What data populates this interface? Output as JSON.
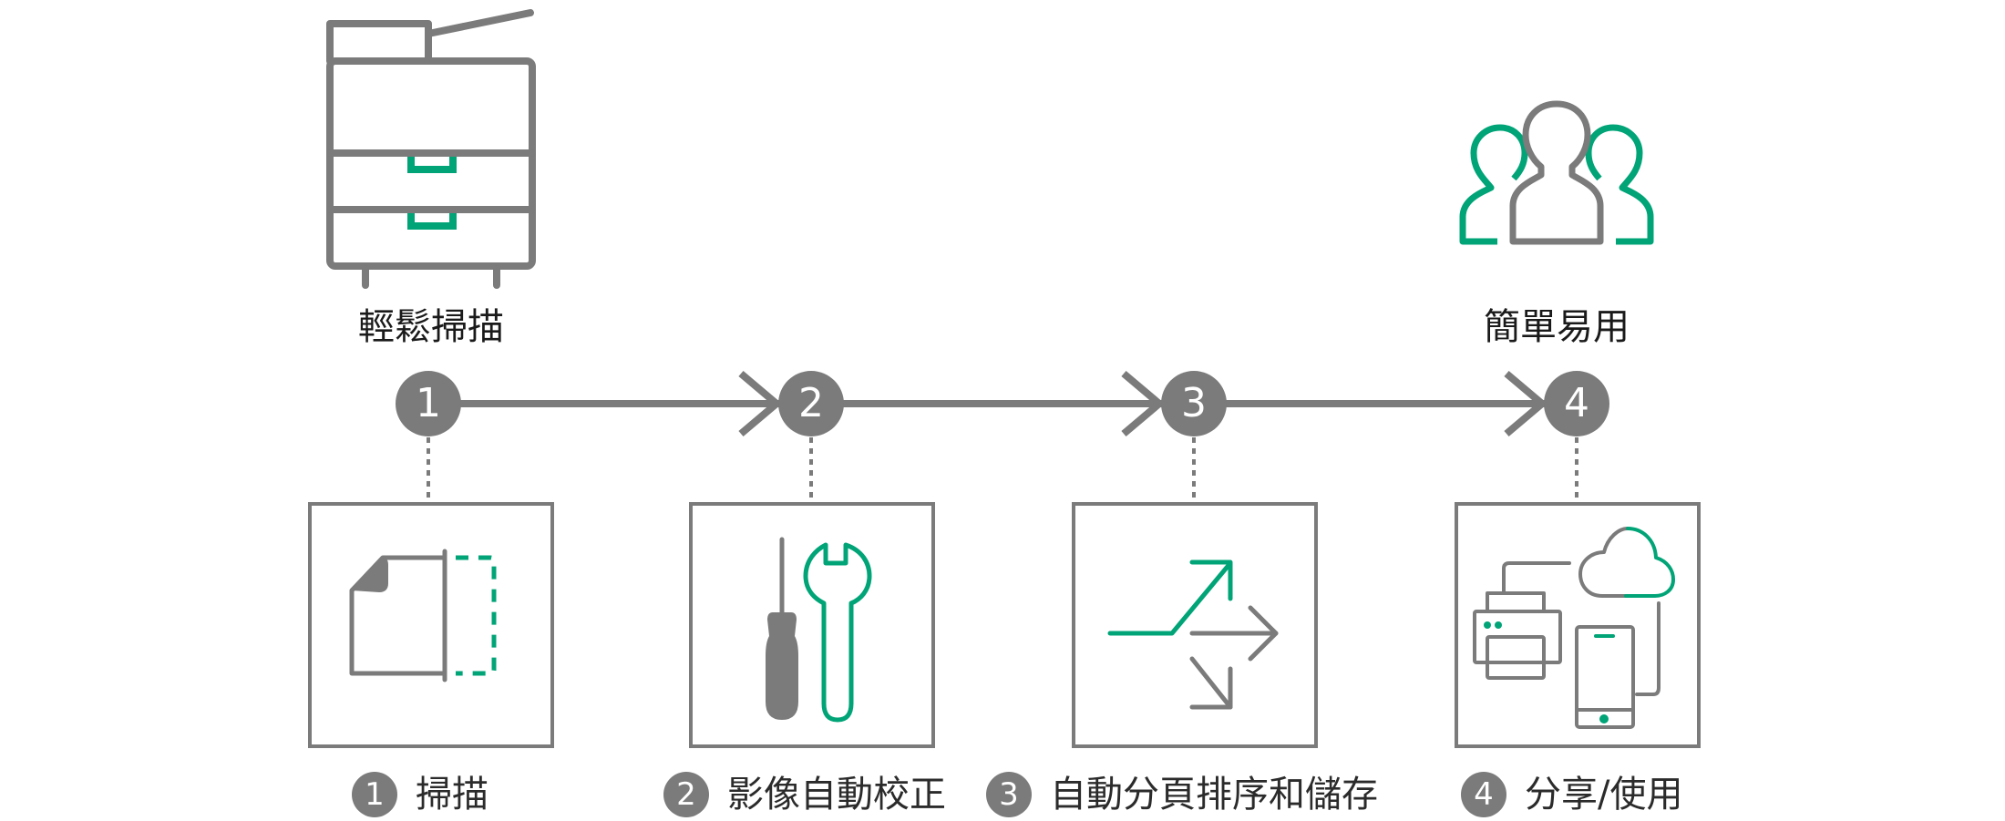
{
  "colors": {
    "gray": "#7b7b7b",
    "green": "#00a477",
    "text": "#1a1a1a"
  },
  "top": {
    "left_label": "輕鬆掃描",
    "right_label": "簡單易用",
    "left_icon": "multifunction-printer-icon",
    "right_icon": "users-group-icon"
  },
  "steps": [
    {
      "number": "1",
      "caption": "掃描",
      "icon": "document-scan-icon"
    },
    {
      "number": "2",
      "caption": "影像自動校正",
      "icon": "screwdriver-wrench-icon"
    },
    {
      "number": "3",
      "caption": "自動分頁排序和儲存",
      "icon": "split-arrows-icon"
    },
    {
      "number": "4",
      "caption": "分享/使用",
      "icon": "printer-cloud-phone-icon"
    }
  ]
}
